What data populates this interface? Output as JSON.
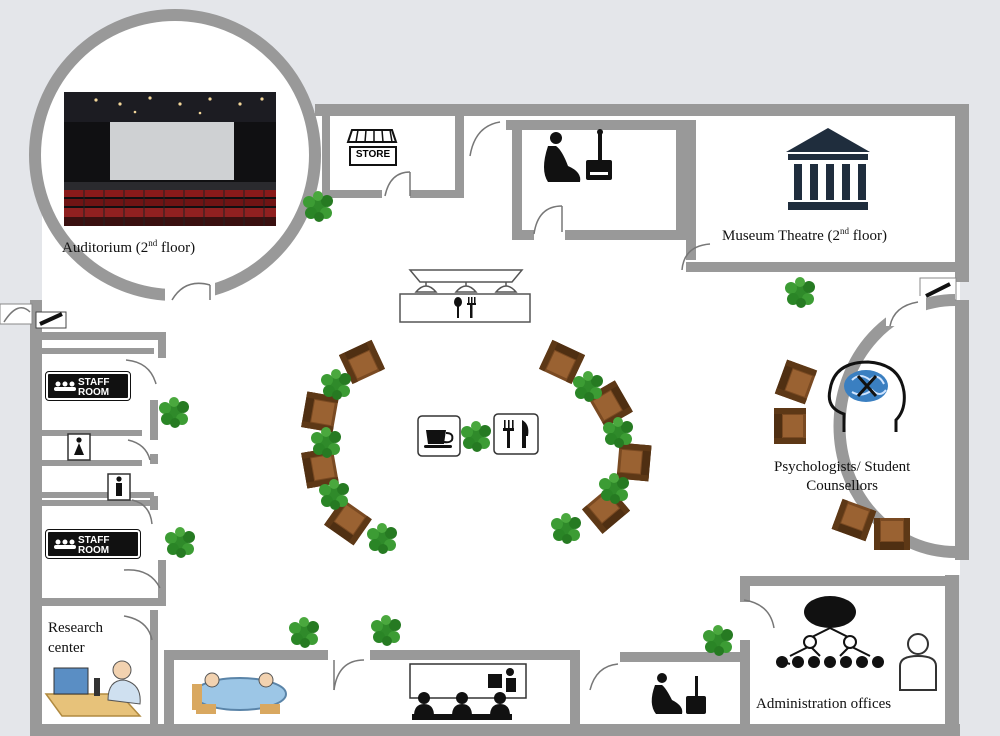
{
  "rooms": {
    "auditorium": "Auditorium (2",
    "auditorium_sup": "nd",
    "auditorium_tail": " floor)",
    "museum": "Museum Theatre (2",
    "museum_sup": "nd",
    "museum_tail": " floor)",
    "psych_line1": "Psychologists/ Student",
    "psych_line2": "Counsellors",
    "research_line1": "Research",
    "research_line2": "center",
    "admin": "Administration offices"
  },
  "signs": {
    "store": "STORE",
    "staff_room_1_line1": "STAFF",
    "staff_room_1_line2": "ROOM",
    "staff_room_2_line1": "STAFF",
    "staff_room_2_line2": "ROOM"
  },
  "icons": [
    "cinema-image",
    "store-icon",
    "prayer-icon",
    "museum-icon",
    "cafeteria-counter-icon",
    "coffee-cup-icon",
    "fork-knife-icon",
    "brain-head-icon",
    "org-chart-icon",
    "person-icon",
    "meeting-icon",
    "lecture-icon",
    "researcher-icon",
    "female-wc-icon",
    "male-wc-icon",
    "plant-icon",
    "chair-icon"
  ],
  "colors": {
    "wall": "#999999",
    "floor": "#ffffff",
    "background": "#e4e6ea",
    "plant": "#2f8a2a",
    "chair": "#7a4a22",
    "museum_icon": "#1f2d3d",
    "brain": "#3a7fc1"
  }
}
